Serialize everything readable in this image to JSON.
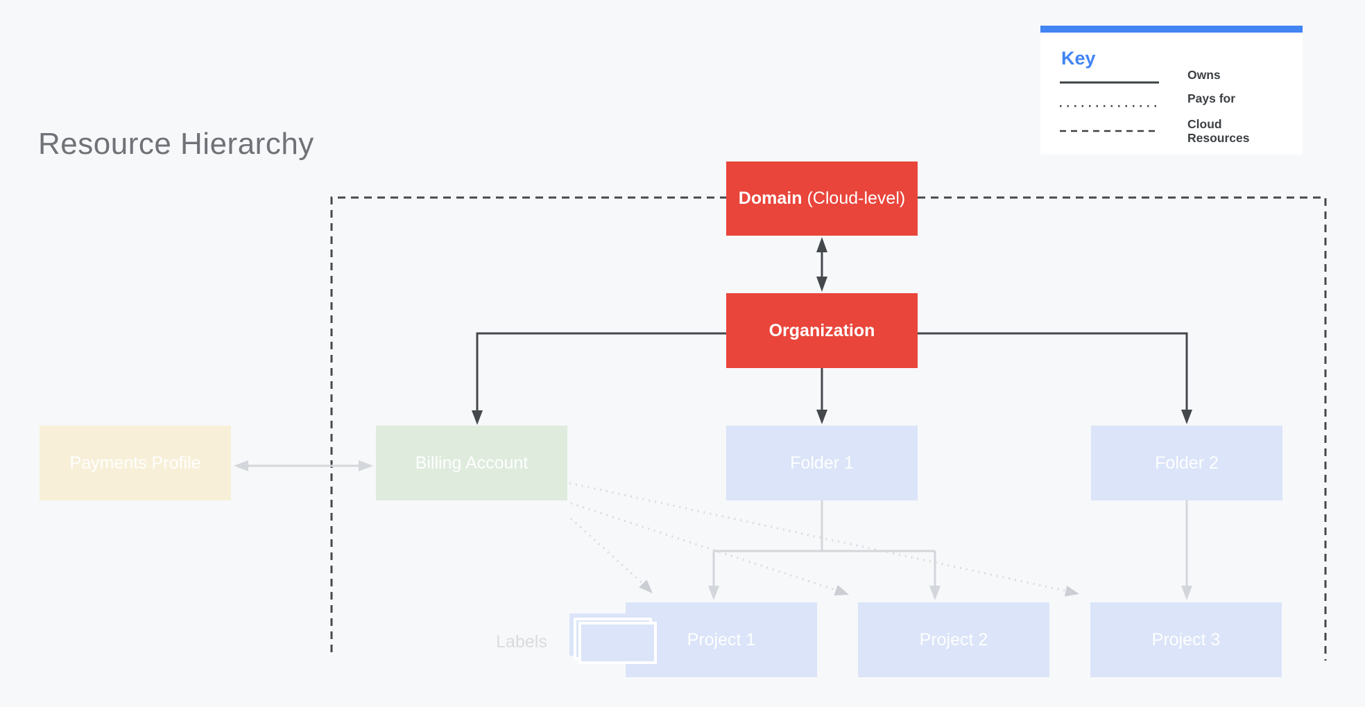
{
  "title": "Resource Hierarchy",
  "key": {
    "title": "Key",
    "items": [
      {
        "line_style": "solid",
        "label": "Owns"
      },
      {
        "line_style": "dotted",
        "label": "Pays for"
      },
      {
        "line_style": "dashed",
        "label": "Cloud Resources"
      }
    ]
  },
  "nodes": {
    "domain": {
      "label_bold": "Domain",
      "label_rest": "(Cloud-level)"
    },
    "organization": {
      "label": "Organization"
    },
    "payments_profile": {
      "label": "Payments Profile"
    },
    "billing_account": {
      "label": "Billing Account"
    },
    "folder_1": {
      "label": "Folder 1"
    },
    "folder_2": {
      "label": "Folder 2"
    },
    "project_1": {
      "label": "Project 1"
    },
    "project_2": {
      "label": "Project 2"
    },
    "project_3": {
      "label": "Project 3"
    }
  },
  "annotations": {
    "labels_caption": "Labels"
  },
  "edges": [
    {
      "from": "Domain",
      "to": "Organization",
      "type": "owns",
      "bidirectional": true
    },
    {
      "from": "Organization",
      "to": "Billing Account",
      "type": "owns"
    },
    {
      "from": "Organization",
      "to": "Folder 1",
      "type": "owns"
    },
    {
      "from": "Organization",
      "to": "Folder 2",
      "type": "owns"
    },
    {
      "from": "Payments Profile",
      "to": "Billing Account",
      "type": "linked",
      "bidirectional": true
    },
    {
      "from": "Folder 1",
      "to": "Project 1",
      "type": "owns"
    },
    {
      "from": "Folder 1",
      "to": "Project 2",
      "type": "owns"
    },
    {
      "from": "Folder 2",
      "to": "Project 3",
      "type": "owns"
    },
    {
      "from": "Billing Account",
      "to": "Project 1",
      "type": "pays_for"
    },
    {
      "from": "Billing Account",
      "to": "Project 2",
      "type": "pays_for"
    },
    {
      "from": "Billing Account",
      "to": "Project 3",
      "type": "pays_for"
    }
  ],
  "colors": {
    "background": "#f7f8fa",
    "red": "#e9453b",
    "blue_box": "#dbe4f8",
    "green_box": "#deebdd",
    "cream_box": "#f7efd8",
    "key_blue": "#4285f4",
    "dark_line": "#44484c",
    "dark_text": "#3c4043",
    "title_gray": "#6f7276",
    "light_line": "#d3d6da",
    "dotted_line": "#d8dadd",
    "arrow_gray": "#cbced3",
    "faint_text": "#d9dbde",
    "white_text": "#ffffff",
    "key_bg": "#ffffff"
  }
}
